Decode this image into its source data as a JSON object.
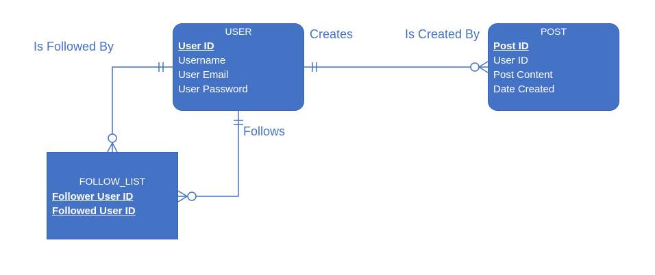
{
  "entities": {
    "user": {
      "title": "USER",
      "attributes": [
        {
          "label": "User ID",
          "key": true
        },
        {
          "label": "Username",
          "key": false
        },
        {
          "label": "User Email",
          "key": false
        },
        {
          "label": "User Password",
          "key": false
        }
      ]
    },
    "post": {
      "title": "POST",
      "attributes": [
        {
          "label": "Post ID",
          "key": true
        },
        {
          "label": "User ID",
          "key": false
        },
        {
          "label": "Post Content",
          "key": false
        },
        {
          "label": "Date Created",
          "key": false
        }
      ]
    },
    "follow_list": {
      "title": "FOLLOW_LIST",
      "attributes": [
        {
          "label": "Follower User ID",
          "key": true
        },
        {
          "label": "Followed User ID",
          "key": true
        }
      ]
    }
  },
  "relationships": {
    "creates": "Creates",
    "is_created_by": "Is Created By",
    "is_followed_by": "Is Followed By",
    "follows": "Follows"
  },
  "colors": {
    "entity_fill": "#4472c4",
    "entity_text": "#ffffff",
    "connector": "#4472c4",
    "label": "#4472c4"
  }
}
